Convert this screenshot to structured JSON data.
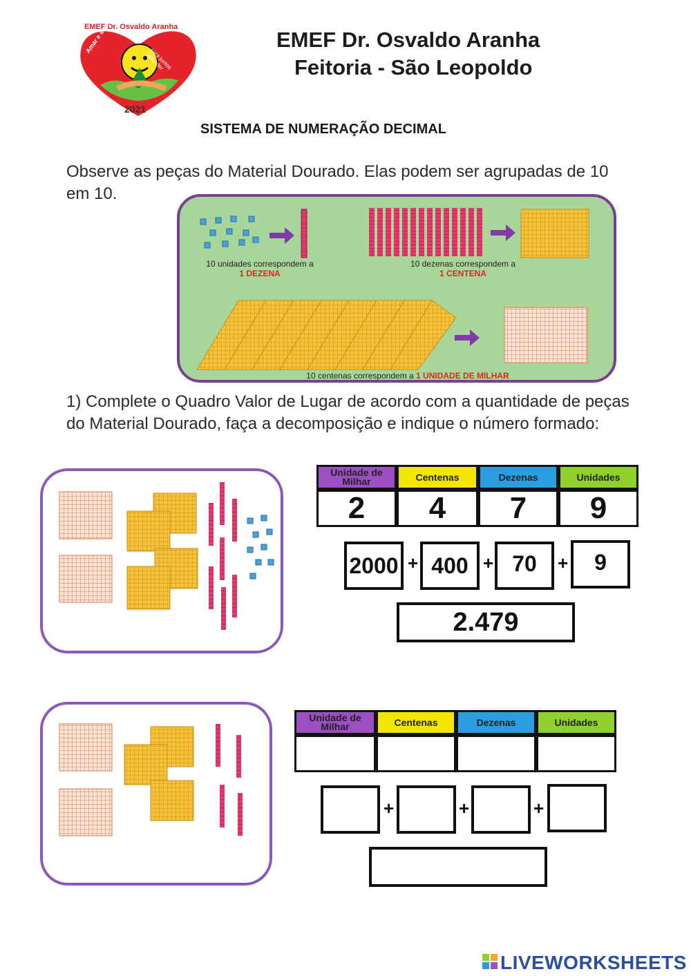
{
  "header": {
    "logo_text_top": "EMEF Dr. Osvaldo Aranha",
    "logo_text_left": "Amar e acolher",
    "logo_text_right": "para juntos aprender",
    "logo_year": "2021",
    "school_name": "EMEF Dr. Osvaldo Aranha",
    "school_city": "Feitoria - São Leopoldo"
  },
  "subject_title": "SISTEMA DE NUMERAÇÃO DECIMAL",
  "intro_text": "Observe as peças do Material Dourado. Elas podem ser agrupadas de 10 em 10.",
  "material_panel": {
    "caption1": "10 unidades correspondem a",
    "caption1_red": "1 DEZENA",
    "caption2": "10 dezenas correspondem a",
    "caption2_red": "1 CENTENA",
    "caption3": "10 centenas correspondem a",
    "caption3_red": "1 UNIDADE DE MILHAR"
  },
  "question1": "1) Complete o Quadro Valor de Lugar de acordo com a quantidade de peças do Material Dourado, faça a decomposição e indique o número formado:",
  "qvl_headers": [
    {
      "label": "Unidade de Milhar",
      "color": "#9b4fc0"
    },
    {
      "label": "Centenas",
      "color": "#f2e600"
    },
    {
      "label": "Dezenas",
      "color": "#2a9de0"
    },
    {
      "label": "Unidades",
      "color": "#8fd12a"
    }
  ],
  "exercise1": {
    "digits": [
      "2",
      "4",
      "7",
      "9"
    ],
    "decomposition": [
      "2000",
      "400",
      "70",
      "9"
    ],
    "plus": "+",
    "result": "2.479"
  },
  "exercise2": {
    "digits": [
      "",
      "",
      "",
      ""
    ],
    "decomposition": [
      "",
      "",
      "",
      ""
    ],
    "plus": "+",
    "result": ""
  },
  "footer": {
    "brand": "LIVEWORKSHEETS"
  }
}
